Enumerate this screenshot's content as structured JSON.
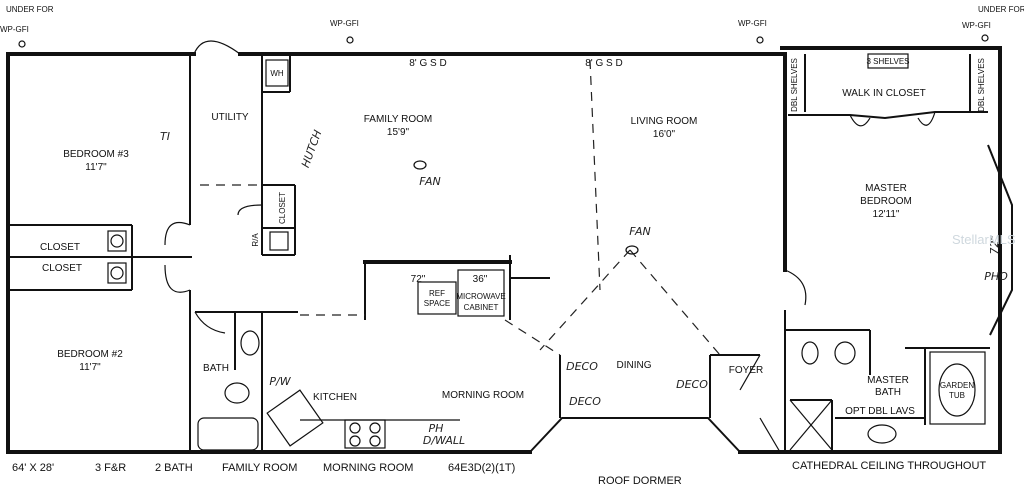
{
  "outlets": {
    "under_for": "UNDER FOR",
    "wp_gfi": "WP-GFI"
  },
  "doors_top": {
    "sgd_left": "8' G S D",
    "sgd_right": "8' G S D"
  },
  "rooms": {
    "bedroom3_name": "BEDROOM #3",
    "bedroom3_size": "11'7\"",
    "utility": "UTILITY",
    "wh": "WH",
    "closet_vertical": "CLOSET",
    "ra": "R/A",
    "closet1": "CLOSET",
    "closet2": "CLOSET",
    "bedroom2_name": "BEDROOM #2",
    "bedroom2_size": "11'7\"",
    "bath": "BATH",
    "family_name": "FAMILY ROOM",
    "family_size": "15'9\"",
    "living_name": "LIVING ROOM",
    "living_size": "16'0\"",
    "walk_in_closet": "WALK IN CLOSET",
    "three_shelves": "3 SHELVES",
    "dbl_shelves_left": "DBL SHELVES",
    "dbl_shelves_right": "DBL SHELVES",
    "master_name": "MASTER",
    "master_name2": "BEDROOM",
    "master_size": "12'11\"",
    "ref_width": "72\"",
    "ref1": "REF",
    "ref2": "SPACE",
    "micro_width": "36\"",
    "micro1": "MICROWAVE",
    "micro2": "CABINET",
    "kitchen": "KITCHEN",
    "morning_room": "MORNING ROOM",
    "dining": "DINING",
    "foyer": "FOYER",
    "master_bath1": "MASTER",
    "master_bath2": "BATH",
    "opt_dbl_lavs": "OPT DBL LAVS",
    "garden1": "GARDEN",
    "garden2": "TUB"
  },
  "handwritten": {
    "fan1": "FAN",
    "fan2": "FAN",
    "deco1": "DECO",
    "deco2": "DECO",
    "deco3": "DECO",
    "ti": "TI",
    "hutch": "HUTCH",
    "pw": "P/W",
    "ph": "PH",
    "dw": "D/WALL",
    "pho": "PHO",
    "size72": "72\""
  },
  "footer": {
    "dims": "64' X 28'",
    "fr": "3 F&R",
    "bath": "2 BATH",
    "family": "FAMILY ROOM",
    "morning": "MORNING ROOM",
    "model": "64E3D(2)(1T)",
    "ceiling": "CATHEDRAL CEILING THROUGHOUT",
    "dormer": "ROOF DORMER"
  },
  "watermark": "StellarMLS"
}
